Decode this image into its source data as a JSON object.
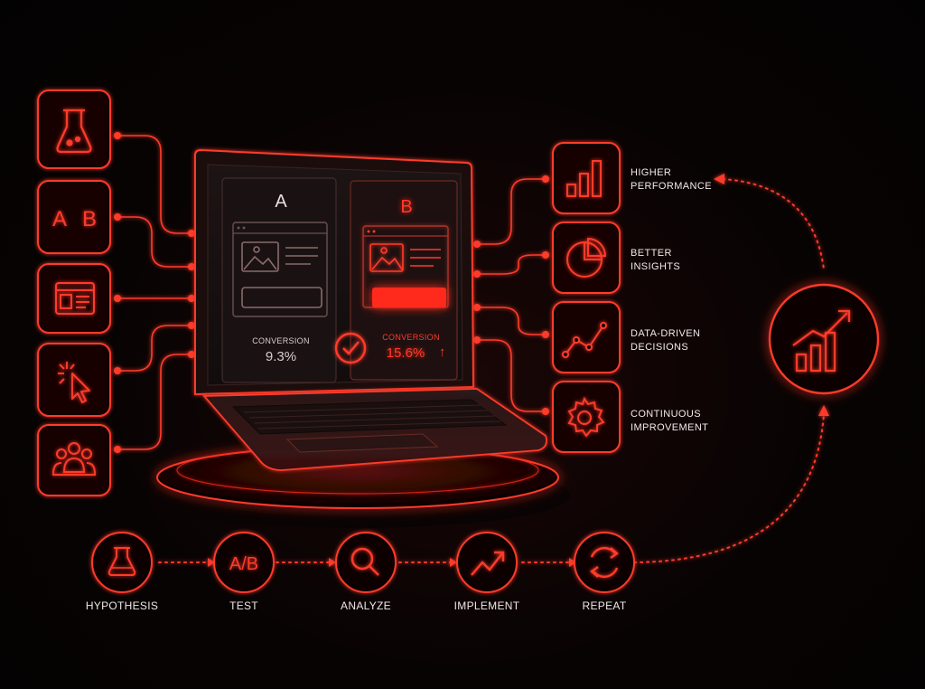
{
  "colors": {
    "accent": "#ff2a1a",
    "glow": "#ff3b2b",
    "text": "#f2e9e9",
    "background": "#050303"
  },
  "left_icons": [
    {
      "icon": "flask-icon"
    },
    {
      "icon": "ab-test-icon",
      "glyph_a": "A",
      "glyph_b": "B"
    },
    {
      "icon": "webpage-layout-icon"
    },
    {
      "icon": "click-cursor-icon"
    },
    {
      "icon": "users-group-icon"
    }
  ],
  "laptop": {
    "variant_a": {
      "letter": "A",
      "label": "CONVERSION",
      "value": "9.3%"
    },
    "variant_b": {
      "letter": "B",
      "label": "CONVERSION",
      "value": "15.6%",
      "trend": "↑"
    }
  },
  "benefits": [
    {
      "icon": "bar-chart-icon",
      "line1": "HIGHER",
      "line2": "PERFORMANCE"
    },
    {
      "icon": "pie-chart-icon",
      "line1": "BETTER",
      "line2": "INSIGHTS"
    },
    {
      "icon": "line-chart-icon",
      "line1": "DATA-DRIVEN",
      "line2": "DECISIONS"
    },
    {
      "icon": "gear-icon",
      "line1": "CONTINUOUS",
      "line2": "IMPROVEMENT"
    }
  ],
  "cycle_icon": "growth-chart-icon",
  "steps": [
    {
      "icon": "flask-icon",
      "label": "HYPOTHESIS"
    },
    {
      "icon": "ab-test-icon",
      "label": "TEST",
      "glyph": "A/B"
    },
    {
      "icon": "magnifier-icon",
      "label": "ANALYZE"
    },
    {
      "icon": "trend-up-icon",
      "label": "IMPLEMENT"
    },
    {
      "icon": "refresh-icon",
      "label": "REPEAT"
    }
  ]
}
